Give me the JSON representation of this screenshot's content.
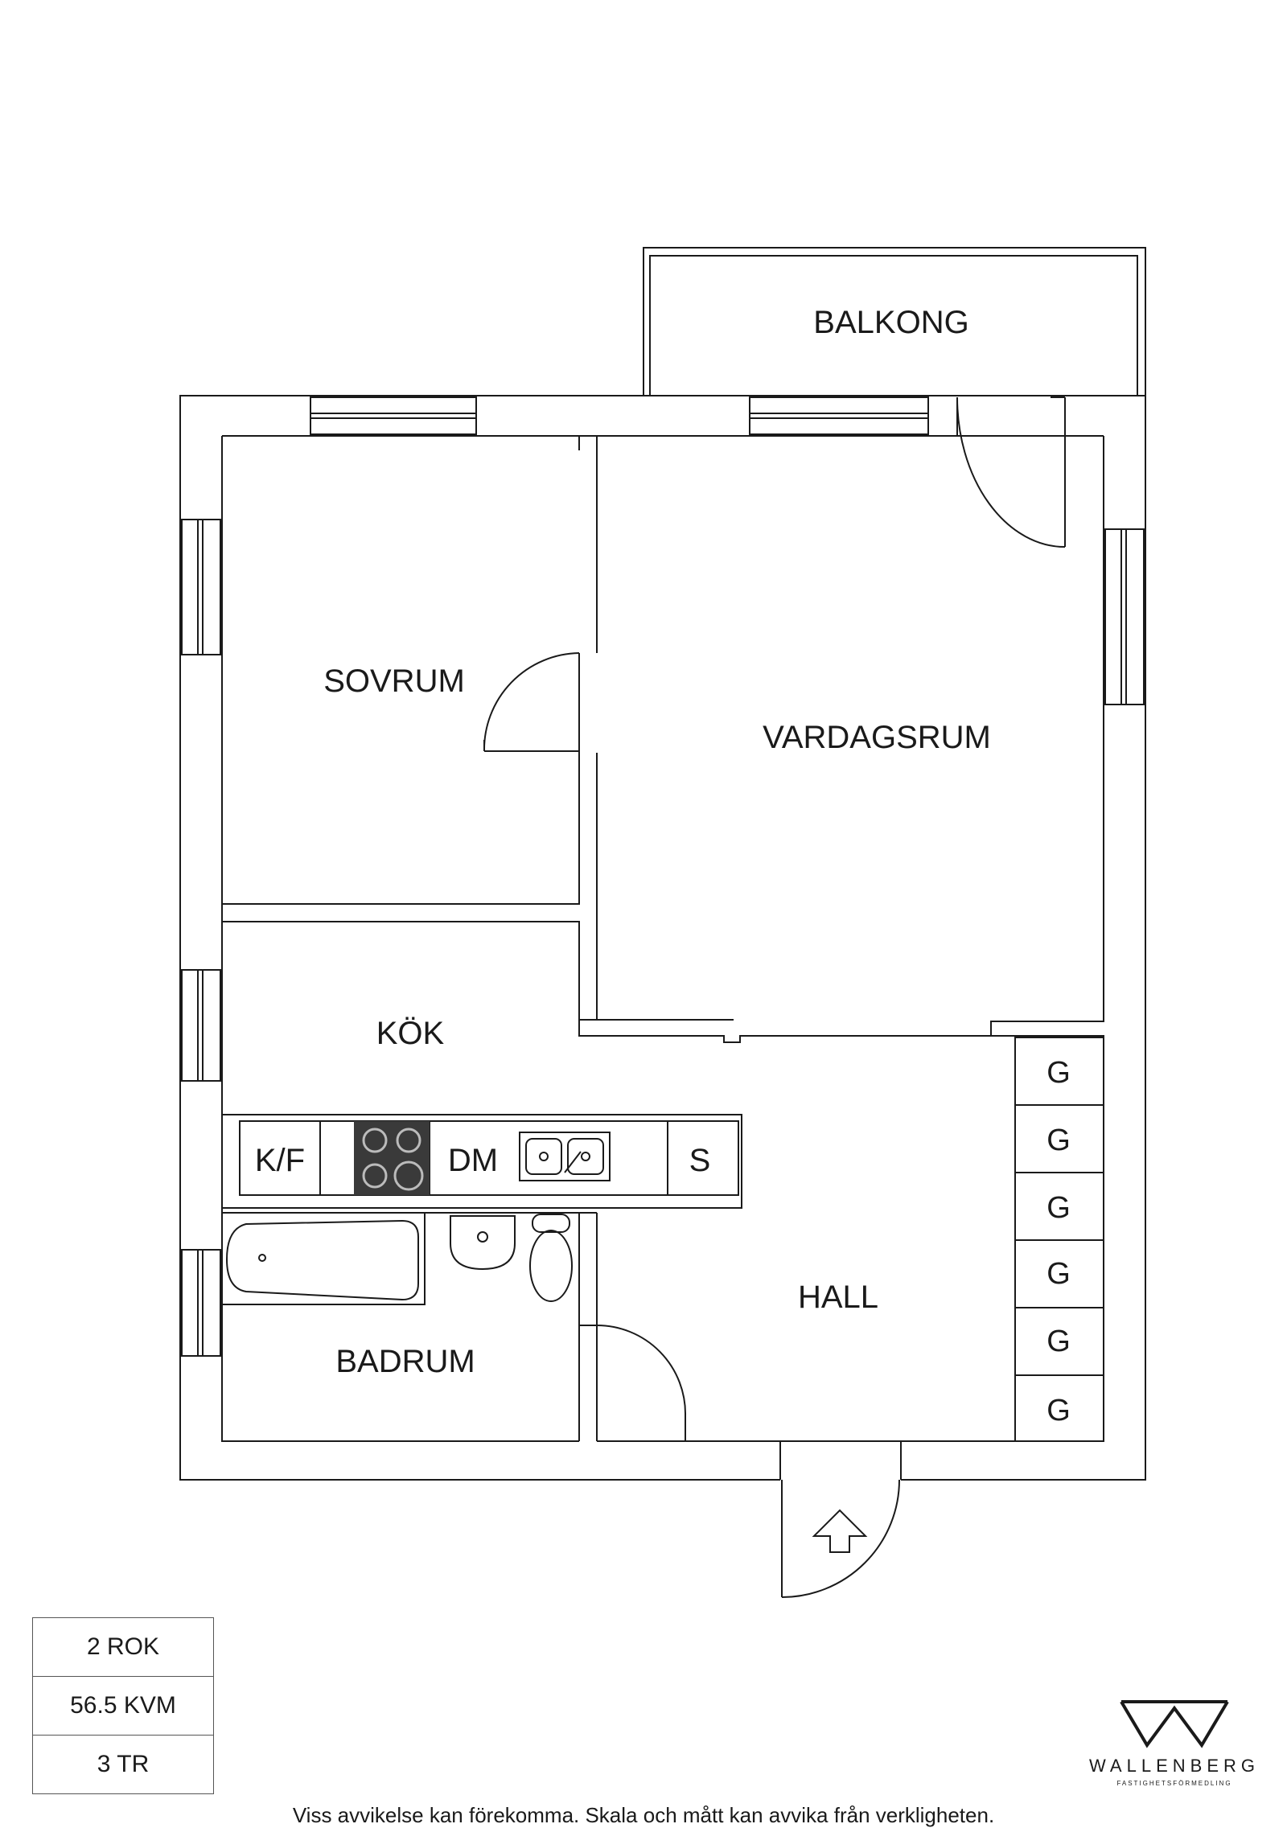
{
  "rooms": {
    "balcony": "BALKONG",
    "bedroom": "SOVRUM",
    "living": "VARDAGSRUM",
    "kitchen": "KÖK",
    "hall": "HALL",
    "bathroom": "BADRUM"
  },
  "appliances": {
    "fridge_freezer": "K/F",
    "dishwasher": "DM",
    "cabinet": "S"
  },
  "wardrobes": [
    "G",
    "G",
    "G",
    "G",
    "G",
    "G"
  ],
  "info": {
    "rooms": "2 ROK",
    "area": "56.5 KVM",
    "floor": "3 TR"
  },
  "disclaimer": "Viss avvikelse kan förekomma. Skala och mått kan avvika från verkligheten.",
  "brand": {
    "name": "WALLENBERG",
    "tagline": "FASTIGHETSFÖRMEDLING",
    "logo_icon": "wallenberg-w-logo-icon"
  },
  "colors": {
    "line": "#1a1a1a",
    "stove": "#3a3a3a"
  }
}
